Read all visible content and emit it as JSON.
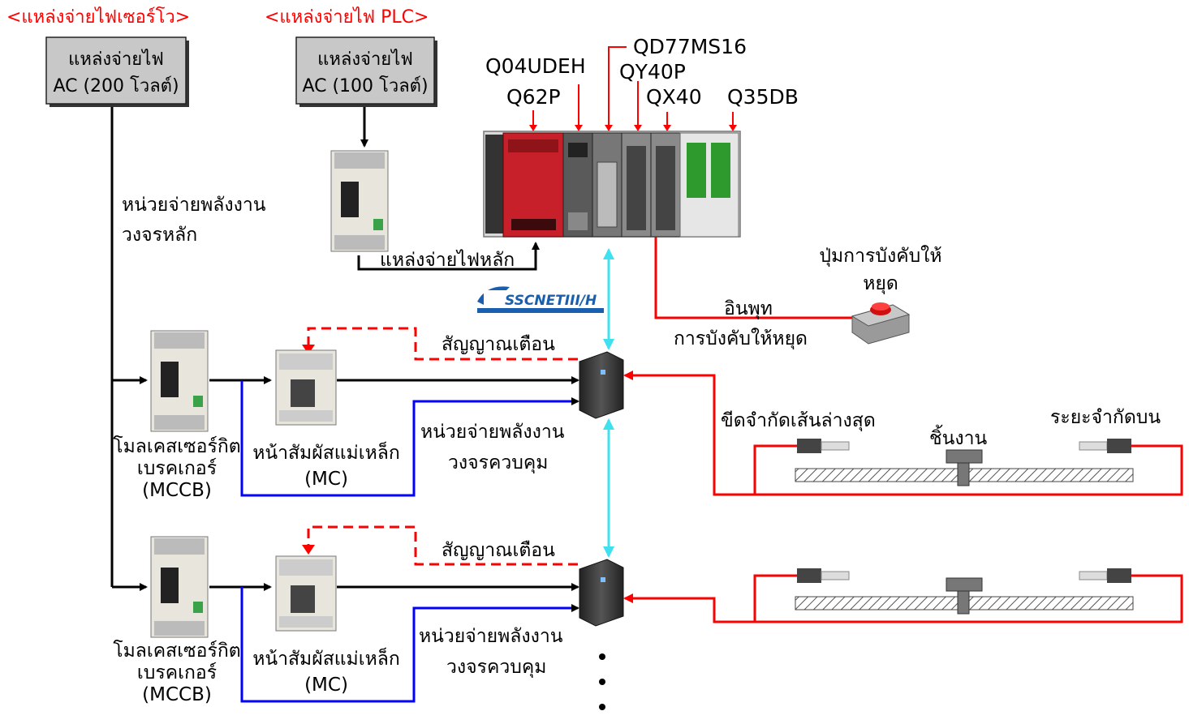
{
  "headers": {
    "servo_supply": "<แหล่งจ่ายไฟเซอร์โว>",
    "plc_supply": "<แหล่งจ่ายไฟ PLC>"
  },
  "ac_boxes": {
    "servo": {
      "line1": "แหล่งจ่ายไฟ",
      "line2": "AC (200 โวลต์)"
    },
    "plc": {
      "line1": "แหล่งจ่ายไฟ",
      "line2": "AC (100 โวลต์)"
    }
  },
  "plc_modules": {
    "cpu": "Q04UDEH",
    "power": "Q62P",
    "motion": "QD77MS16",
    "output": "QY40P",
    "input": "QX40",
    "base": "Q35DB"
  },
  "labels": {
    "main_power_line1": "หน่วยจ่ายพลังงาน",
    "main_power_line2": "วงจรหลัก",
    "plc_main_power": "แหล่งจ่ายไฟหลัก",
    "estop_button_line1": "ปุ่มการบังคับให้",
    "estop_button_line2": "หยุด",
    "estop_input_line1": "อินพุท",
    "estop_input_line2": "การบังคับให้หยุด",
    "alarm_1": "สัญญาณเตือน",
    "alarm_2": "สัญญาณเตือน",
    "control_power_1_line1": "หน่วยจ่ายพลังงาน",
    "control_power_1_line2": "วงจรควบคุม",
    "control_power_2_line1": "หน่วยจ่ายพลังงาน",
    "control_power_2_line2": "วงจรควบคุม",
    "mccb_1_line1": "โมลเคสเซอร์กิต",
    "mccb_1_line2": "เบรคเกอร์",
    "mccb_1_line3": "(MCCB)",
    "mccb_2_line1": "โมลเคสเซอร์กิต",
    "mccb_2_line2": "เบรคเกอร์",
    "mccb_2_line3": "(MCCB)",
    "mc_1_line1": "หน้าสัมผัสแม่เหล็ก",
    "mc_1_line2": "(MC)",
    "mc_2_line1": "หน้าสัมผัสแม่เหล็ก",
    "mc_2_line2": "(MC)",
    "lower_limit": "ขีดจำกัดเส้นล่างสุด",
    "workpiece": "ชิ้นงาน",
    "upper_limit": "ระยะจำกัดบน",
    "sscnet_logo": "SSCNETIII/H"
  },
  "colors": {
    "header_red": "#ff0000",
    "wire_black": "#000000",
    "wire_red": "#ff0000",
    "wire_blue": "#0000ff",
    "wire_cyan": "#3fe0f0",
    "box_fill": "#c8c8c8",
    "plc_cpu_red": "#c8202a"
  }
}
